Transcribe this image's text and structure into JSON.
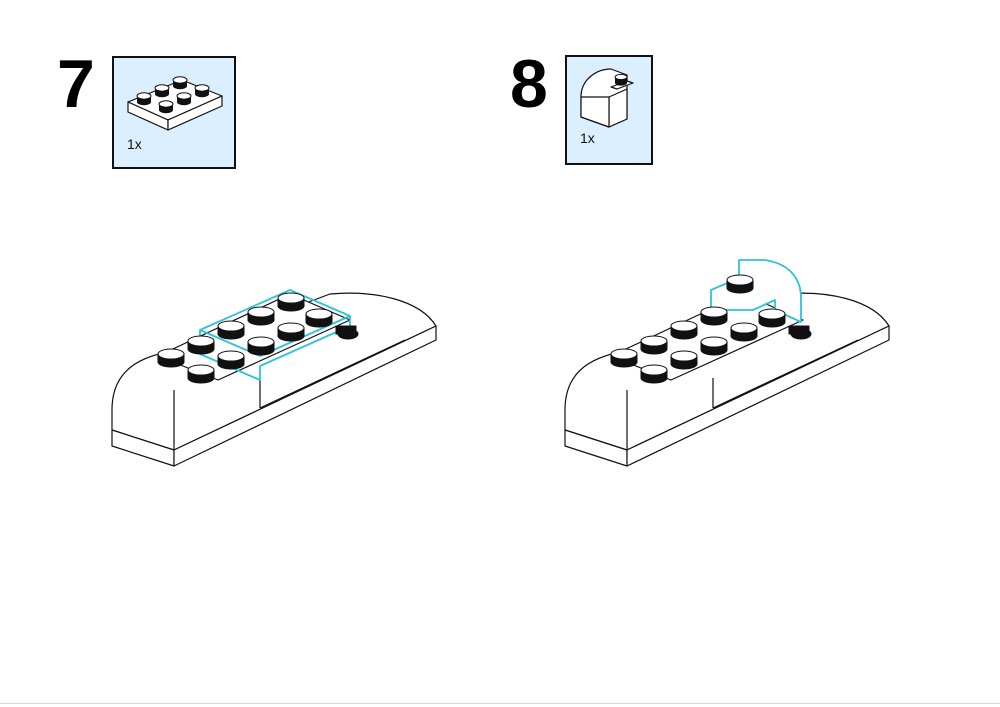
{
  "steps": [
    {
      "number": "7",
      "part_quantity": "1x",
      "part_icon": "plate-2x3-icon"
    },
    {
      "number": "8",
      "part_quantity": "1x",
      "part_icon": "curved-slope-brick-icon"
    }
  ],
  "colors": {
    "parts_box_bg": "#dcefff",
    "highlight": "#2ec4d6",
    "outline": "#111111"
  }
}
